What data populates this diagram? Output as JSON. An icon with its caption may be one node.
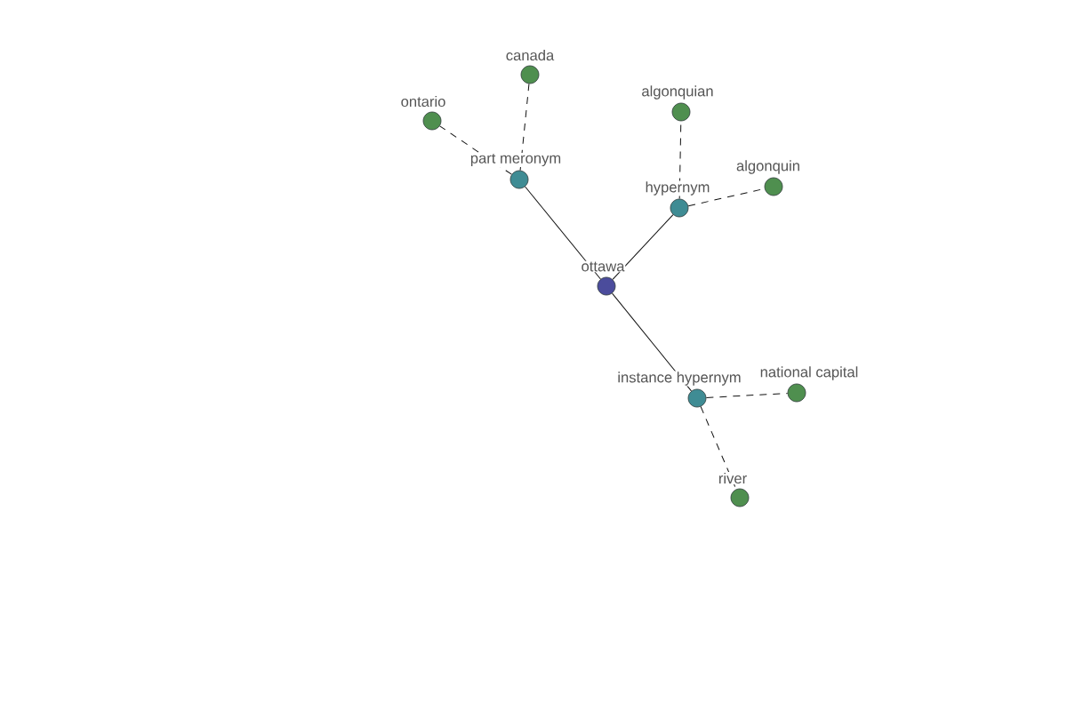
{
  "diagram": {
    "nodes": [
      {
        "text": [
          "canada"
        ]
      },
      {
        "text": [
          "ontario"
        ]
      },
      {
        "text": [
          "algonquian"
        ]
      },
      {
        "text": [
          "part meronym"
        ]
      },
      {
        "text": [
          "algonquin"
        ]
      },
      {
        "text": [
          "hypernym"
        ]
      },
      {
        "text": [
          "ottawa"
        ]
      },
      {
        "text": [
          "instance hypernym"
        ]
      },
      {
        "text": [
          "national capital"
        ]
      },
      {
        "text": [
          "river"
        ]
      }
    ],
    "edges": [
      {
        "from": 6,
        "to": 3,
        "arrow": "none"
      },
      {
        "from": 6,
        "to": 5,
        "arrow": "none"
      },
      {
        "from": 6,
        "to": 7,
        "arrow": "none"
      },
      {
        "from": 3,
        "to": 0,
        "arrow": "none",
        "style": "dashed"
      },
      {
        "from": 3,
        "to": 1,
        "arrow": "none",
        "style": "dashed"
      },
      {
        "from": 5,
        "to": 2,
        "arrow": "none",
        "style": "dashed"
      },
      {
        "from": 5,
        "to": 4,
        "arrow": "none",
        "style": "dashed"
      },
      {
        "from": 7,
        "to": 8,
        "arrow": "none",
        "style": "dashed"
      },
      {
        "from": 7,
        "to": 9,
        "arrow": "none",
        "style": "dashed"
      }
    ]
  }
}
